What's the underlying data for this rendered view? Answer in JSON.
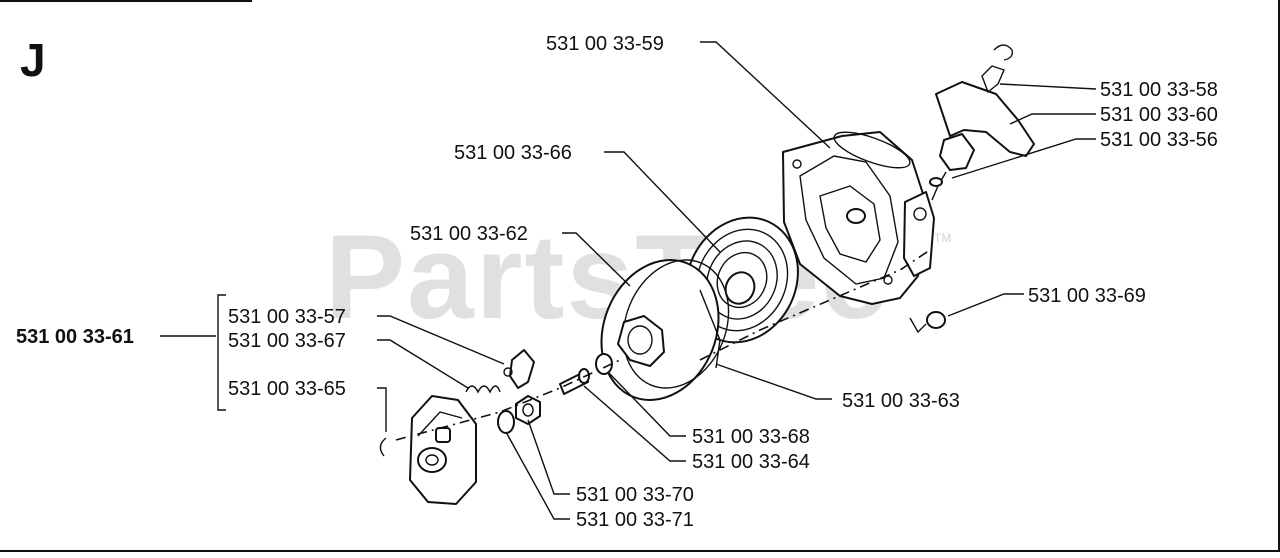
{
  "section_letter": "J",
  "watermark": {
    "text": "PartsTree",
    "tm": "TM"
  },
  "assembly_number": "531 00 33-61",
  "labels": {
    "p59": "531 00 33-59",
    "p58": "531 00 33-58",
    "p60": "531 00 33-60",
    "p56": "531 00 33-56",
    "p66": "531 00 33-66",
    "p62": "531 00 33-62",
    "p69": "531 00 33-69",
    "p57": "531 00 33-57",
    "p67": "531 00 33-67",
    "p65": "531 00 33-65",
    "p63": "531 00 33-63",
    "p68": "531 00 33-68",
    "p64": "531 00 33-64",
    "p70": "531 00 33-70",
    "p71": "531 00 33-71"
  }
}
